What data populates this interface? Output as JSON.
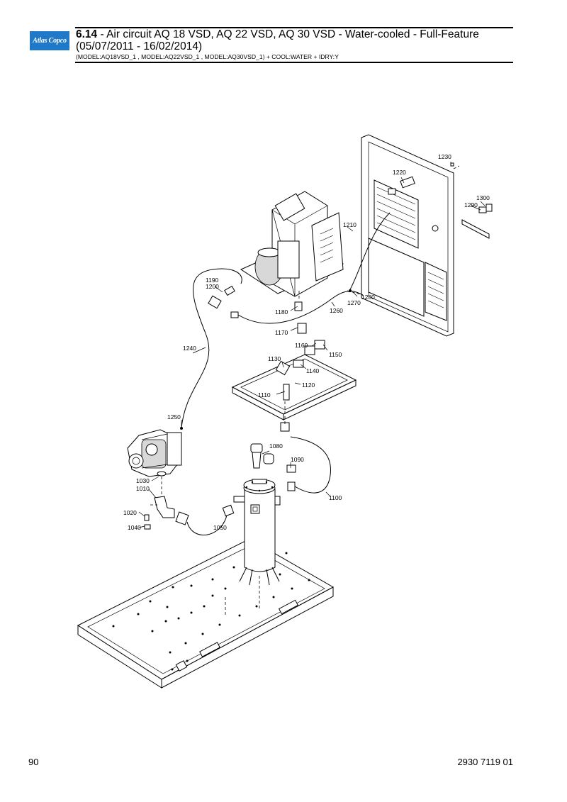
{
  "header": {
    "logo_text": "Atlas Copco",
    "section_number": "6.14",
    "title": " - Air circuit AQ 18 VSD, AQ 22 VSD, AQ 30 VSD - Water-cooled - Full-Feature (05/07/2011 - 16/02/2014)",
    "subtitle": "(MODEL:AQ18VSD_1 , MODEL:AQ22VSD_1 , MODEL:AQ30VSD_1) + COOL:WATER + IDRY:Y"
  },
  "diagram": {
    "labels": {
      "l1010": "1010",
      "l1020": "1020",
      "l1030": "1030",
      "l1040": "1040",
      "l1050": "1050",
      "l1080": "1080",
      "l1090": "1090",
      "l1100": "1100",
      "l1110": "1110",
      "l1120": "1120",
      "l1130": "1130",
      "l1140": "1140",
      "l1150": "1150",
      "l1160": "1160",
      "l1170": "1170",
      "l1180": "1180",
      "l1190": "1190",
      "l1200": "1200",
      "l1210": "1210",
      "l1220": "1220",
      "l1230": "1230",
      "l1240": "1240",
      "l1250": "1250",
      "l1260": "1260",
      "l1270": "1270",
      "l1280": "1280",
      "l1290": "1290",
      "l1300": "1300"
    }
  },
  "footer": {
    "page_number": "90",
    "document_number": "2930 7119 01"
  }
}
